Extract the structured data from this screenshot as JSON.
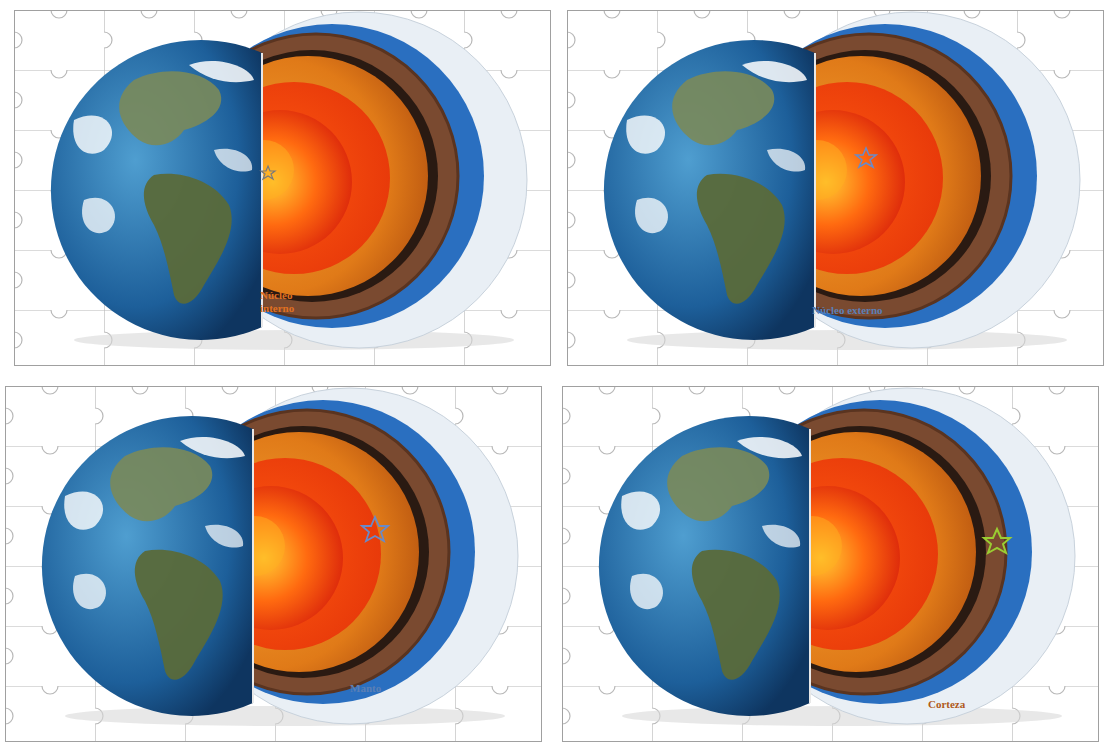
{
  "diagram": {
    "labels": [
      "Núcleo interno",
      "Núcleo externo",
      "Manto",
      "Corteza"
    ]
  }
}
